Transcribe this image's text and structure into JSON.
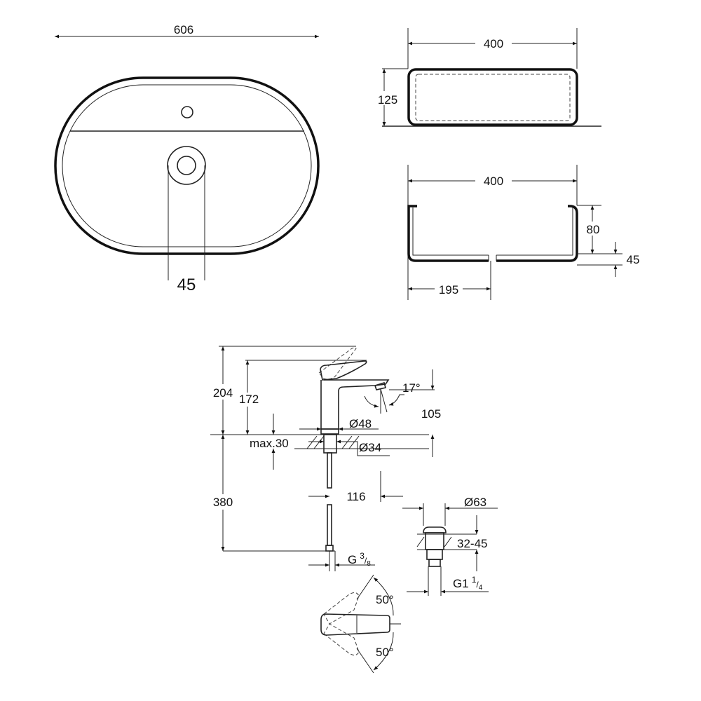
{
  "basin_top_view": {
    "width_label": "606",
    "drain_offset_label": "45"
  },
  "basin_side_view": {
    "width_label": "400",
    "height_label": "125"
  },
  "basin_section_view": {
    "width_label": "400",
    "depth_label": "80",
    "bottom_label": "45",
    "drain_position_label": "195"
  },
  "faucet": {
    "total_height_label": "204",
    "spout_height_label": "172",
    "angle_label": "17°",
    "projection_label": "105",
    "base_diameter_label": "Ø48",
    "max_thickness_label": "max.30",
    "hole_diameter_label": "Ø34",
    "hose_length_label": "380",
    "offset_label": "116",
    "hose_thread_label": "G",
    "hose_thread_num": "3",
    "hose_thread_den": "8",
    "lever_angle_top_label": "50°",
    "lever_angle_bottom_label": "50°"
  },
  "waste": {
    "diameter_label": "Ø63",
    "range_label": "32-45",
    "thread_label": "G1",
    "thread_num": "1",
    "thread_den": "4"
  }
}
